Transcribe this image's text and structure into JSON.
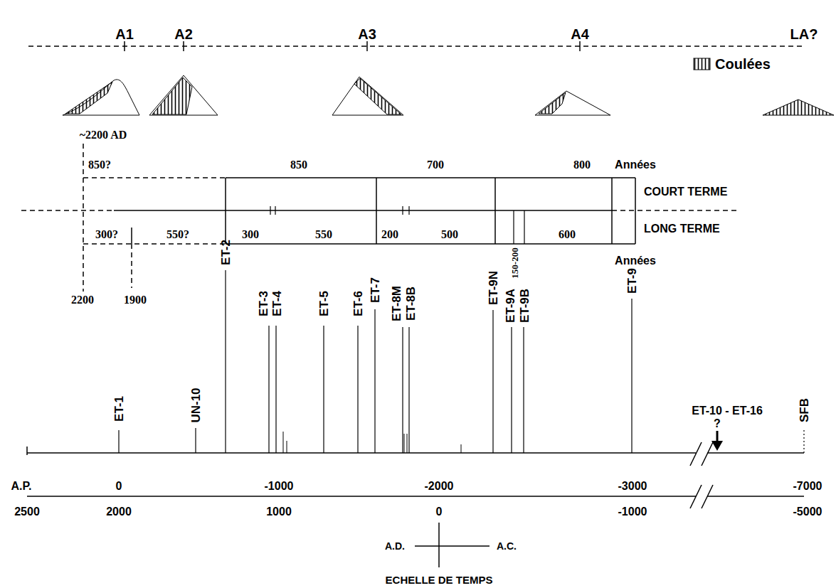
{
  "diagram": {
    "labels": [
      "A1",
      "A2",
      "A3",
      "A4",
      "LA?",
      "~2200 AD",
      "850?",
      "850",
      "700",
      "800",
      "Années",
      "COURT TERME",
      "300?",
      "550?",
      "300",
      "550",
      "200",
      "500",
      "600",
      "LONG TERME",
      "150-200",
      "Années",
      "2200",
      "1900",
      "ET-2",
      "ET-3",
      "ET-4",
      "ET-5",
      "ET-6",
      "ET-7",
      "ET-8M",
      "ET-8B",
      "ET-9N",
      "ET-9A",
      "ET-9B",
      "ET-9",
      "ET-1",
      "UN-10",
      "ET-10 - ET-16",
      "?",
      "SFB",
      "A.P.",
      "0",
      "-1000",
      "-2000",
      "-3000",
      "-7000",
      "2500",
      "2000",
      "1000",
      "0",
      "-1000",
      "-5000",
      "A.D.",
      "A.C.",
      "ECHELLE DE TEMPS"
    ],
    "legend": [
      {
        "text": "Coulées"
      }
    ]
  }
}
